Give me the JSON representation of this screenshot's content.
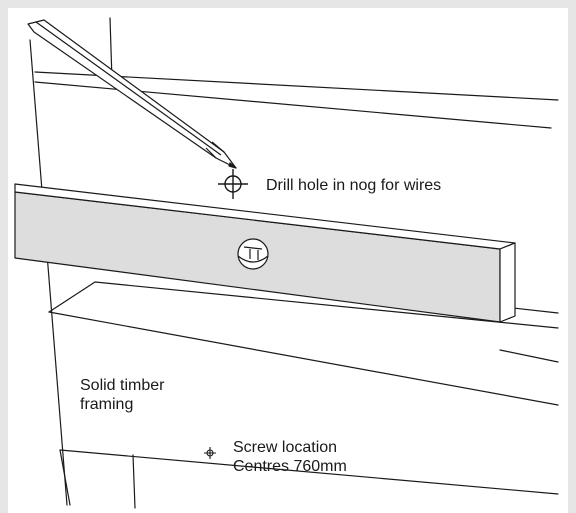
{
  "labels": {
    "drill": "Drill hole in nog for wires",
    "timber_line1": "Solid timber",
    "timber_line2": "framing",
    "screw_line1": "Screw location",
    "screw_line2": "Centres 760mm"
  },
  "colors": {
    "frame_border": "#e6e6e6",
    "line": "#1a1a1a",
    "level_fill": "#dddddd",
    "background": "#ffffff"
  }
}
